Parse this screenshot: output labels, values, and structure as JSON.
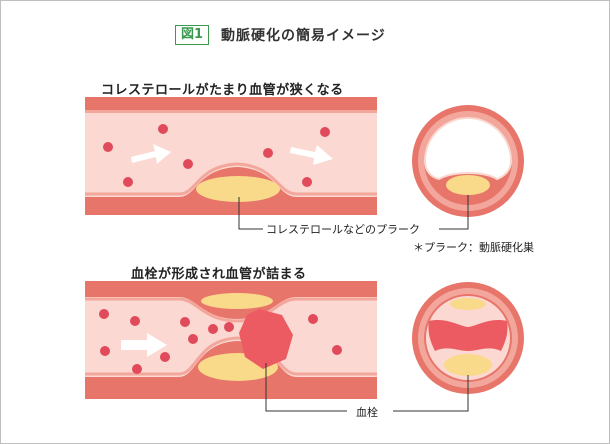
{
  "figure": {
    "badge": "図1",
    "title": "動脈硬化の簡易イメージ"
  },
  "section1": {
    "heading": "コレステロールがたまり血管が狭くなる",
    "callout_label": "コレステロールなどのプラーク",
    "footnote": "＊プラーク：動脈硬化巣"
  },
  "section2": {
    "heading": "血栓が形成され血管が詰まる",
    "callout_label": "血栓"
  },
  "colors": {
    "vessel_wall": "#e8756a",
    "vessel_inner": "#fbd9d2",
    "plaque": "#f9d98a",
    "blood_cell": "#e04a5a",
    "thrombus": "#ec5a62",
    "accent_green": "#3a9a4f"
  }
}
